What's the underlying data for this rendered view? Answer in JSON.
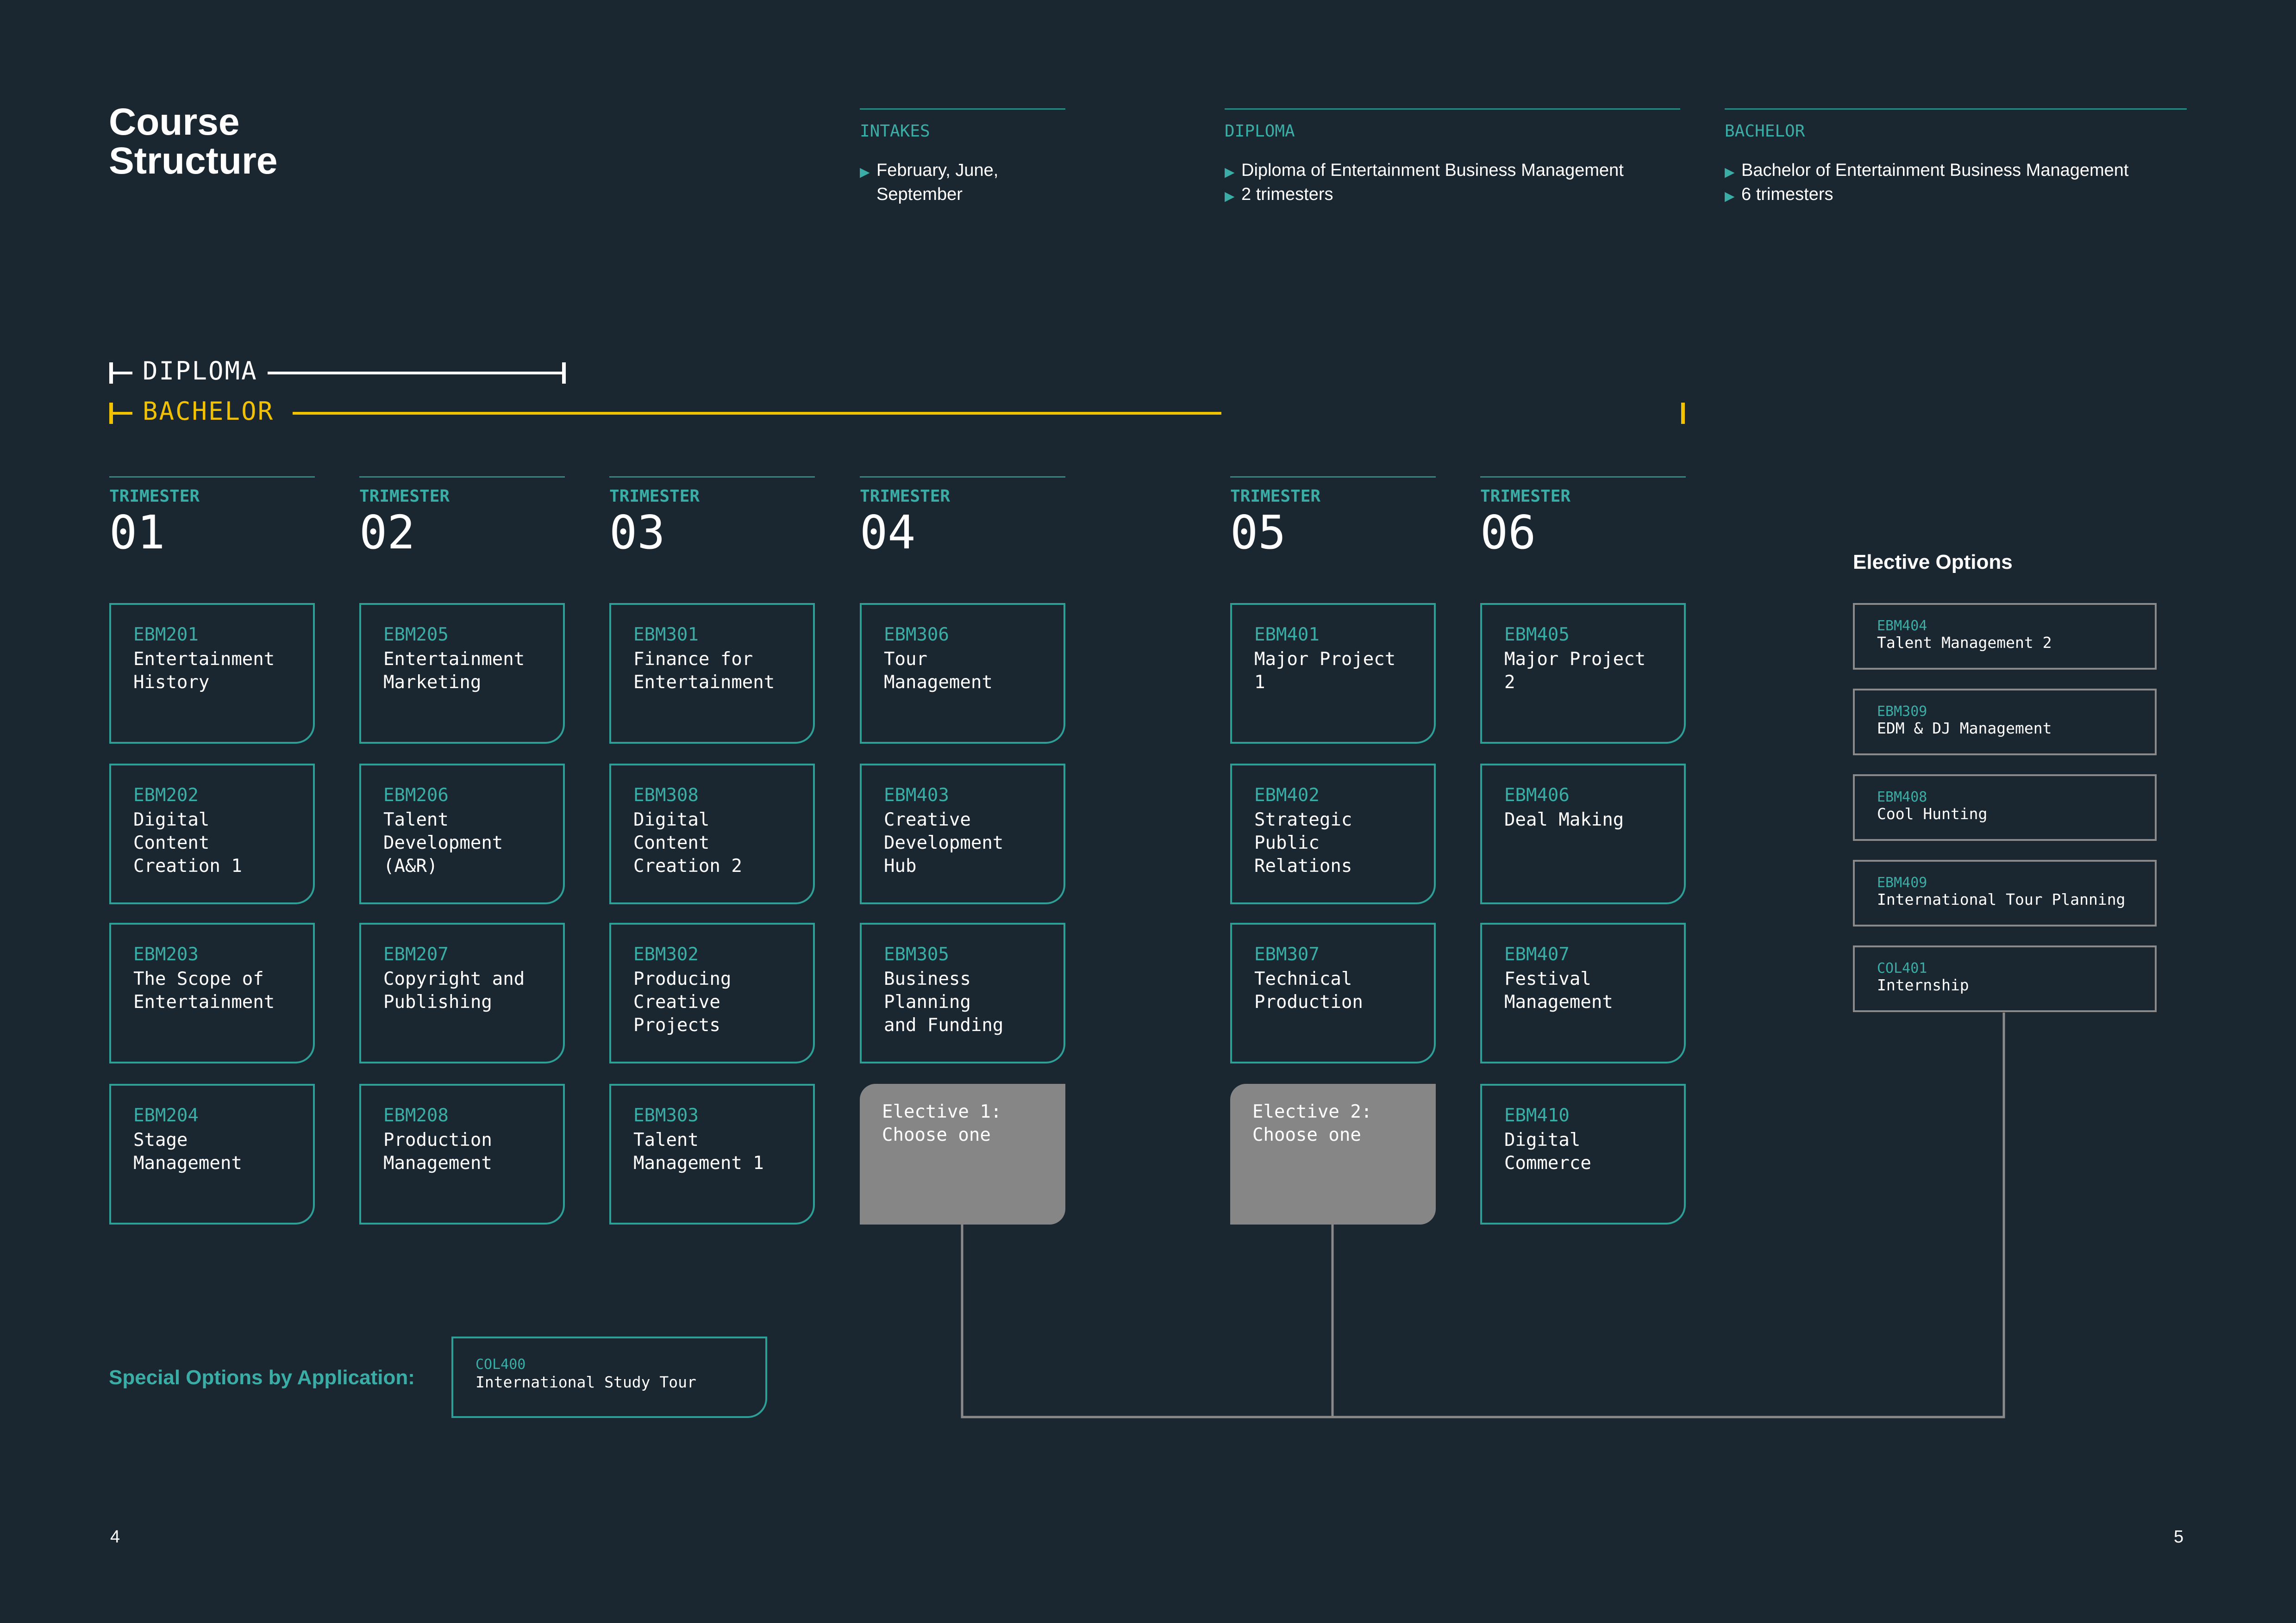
{
  "title": "Course\nStructure",
  "info": [
    {
      "label": "INTAKES",
      "items": [
        "February, June,\nSeptember"
      ]
    },
    {
      "label": "DIPLOMA",
      "items": [
        "Diploma of Entertainment Business Management",
        "2 trimesters"
      ]
    },
    {
      "label": "BACHELOR",
      "items": [
        "Bachelor of Entertainment Business Management",
        "6 trimesters"
      ]
    }
  ],
  "programs": {
    "diploma": "DIPLOMA",
    "bachelor": "BACHELOR"
  },
  "colors": {
    "background": "#1b2730",
    "teal": "#3aaea6",
    "yellow": "#f2c200",
    "elective": "#868686"
  },
  "trimester_label": "TRIMESTER",
  "trimesters": [
    {
      "number": "01",
      "units": [
        {
          "code": "EBM201",
          "name": "Entertainment\nHistory"
        },
        {
          "code": "EBM202",
          "name": "Digital\nContent\nCreation 1"
        },
        {
          "code": "EBM203",
          "name": "The Scope of\nEntertainment"
        },
        {
          "code": "EBM204",
          "name": "Stage\nManagement"
        }
      ]
    },
    {
      "number": "02",
      "units": [
        {
          "code": "EBM205",
          "name": "Entertainment\nMarketing"
        },
        {
          "code": "EBM206",
          "name": "Talent\nDevelopment\n(A&R)"
        },
        {
          "code": "EBM207",
          "name": "Copyright and\nPublishing"
        },
        {
          "code": "EBM208",
          "name": "Production\nManagement"
        }
      ]
    },
    {
      "number": "03",
      "units": [
        {
          "code": "EBM301",
          "name": "Finance for\nEntertainment"
        },
        {
          "code": "EBM308",
          "name": "Digital\nContent\nCreation 2"
        },
        {
          "code": "EBM302",
          "name": "Producing\nCreative\nProjects"
        },
        {
          "code": "EBM303",
          "name": "Talent\nManagement 1"
        }
      ]
    },
    {
      "number": "04",
      "units": [
        {
          "code": "EBM306",
          "name": "Tour\nManagement"
        },
        {
          "code": "EBM403",
          "name": "Creative\nDevelopment\nHub"
        },
        {
          "code": "EBM305",
          "name": "Business\nPlanning\nand Funding"
        },
        {
          "code": "",
          "name": "Elective 1:\nChoose one"
        }
      ]
    },
    {
      "number": "05",
      "units": [
        {
          "code": "EBM401",
          "name": "Major Project\n1"
        },
        {
          "code": "EBM402",
          "name": "Strategic\nPublic\nRelations"
        },
        {
          "code": "EBM307",
          "name": "Technical\nProduction"
        },
        {
          "code": "",
          "name": "Elective 2:\nChoose one"
        }
      ]
    },
    {
      "number": "06",
      "units": [
        {
          "code": "EBM405",
          "name": "Major Project\n2"
        },
        {
          "code": "EBM406",
          "name": "Deal Making"
        },
        {
          "code": "EBM407",
          "name": "Festival\nManagement"
        },
        {
          "code": "EBM410",
          "name": "Digital\nCommerce"
        }
      ]
    }
  ],
  "elective_options": {
    "title": "Elective Options",
    "items": [
      {
        "code": "EBM404",
        "name": "Talent Management 2"
      },
      {
        "code": "EBM309",
        "name": "EDM & DJ Management"
      },
      {
        "code": "EBM408",
        "name": "Cool Hunting"
      },
      {
        "code": "EBM409",
        "name": "International Tour Planning"
      },
      {
        "code": "COL401",
        "name": "Internship"
      }
    ]
  },
  "special": {
    "label": "Special Options by Application:",
    "code": "COL400",
    "name": "International Study Tour"
  },
  "page_numbers": {
    "left": "4",
    "right": "5"
  }
}
